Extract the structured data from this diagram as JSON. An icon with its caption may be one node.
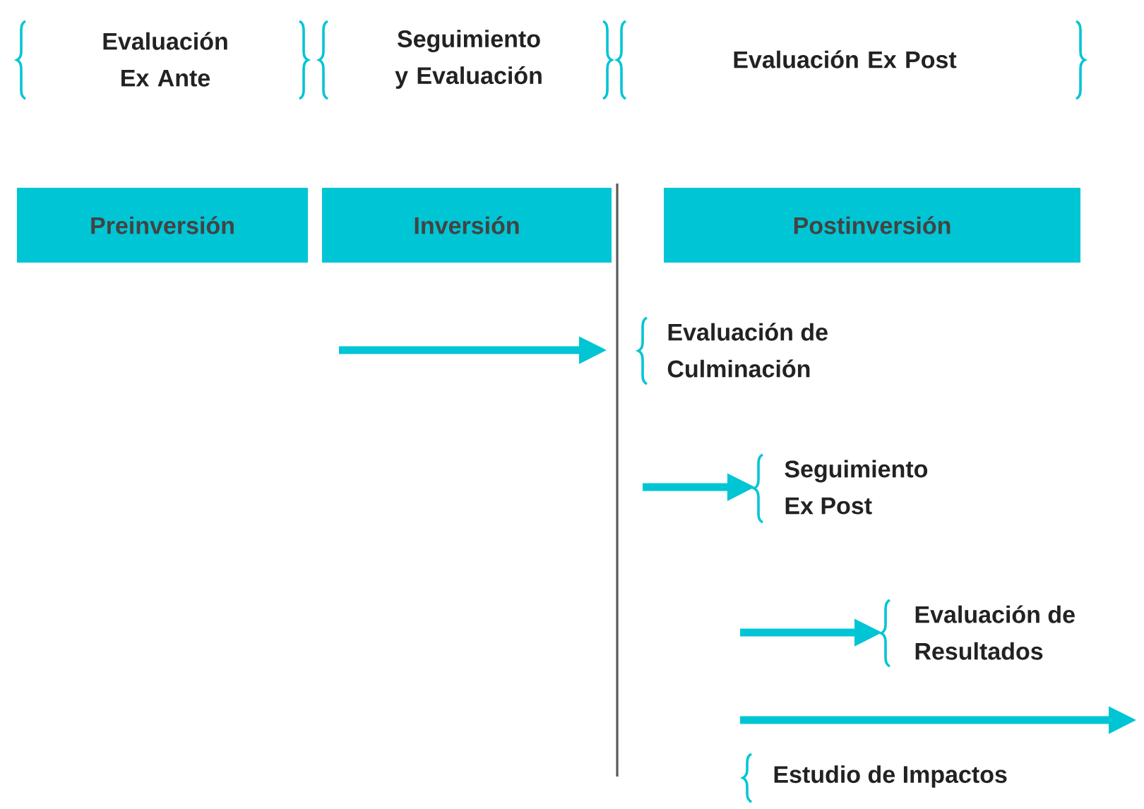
{
  "diagram": {
    "nodes": [
      {
        "text": [
          "Preinversión"
        ]
      },
      {
        "text": [
          "Inversión"
        ]
      },
      {
        "text": [
          "Postinversión"
        ]
      },
      {
        "text": [
          "Evaluación de Culminación"
        ]
      },
      {
        "text": [
          "Seguimiento Ex Post"
        ]
      },
      {
        "text": [
          "Evaluación de Resultados"
        ]
      },
      {
        "text": [
          "Estudio de Impactos"
        ]
      }
    ],
    "edges": [
      {
        "from": null,
        "to": 3,
        "arrow": "to"
      },
      {
        "from": null,
        "to": 4,
        "arrow": "to"
      },
      {
        "from": null,
        "to": 5,
        "arrow": "to"
      }
    ],
    "labels": [
      "Evaluación Ex Ante",
      "Seguimiento y Evaluación",
      "Evaluación Ex Post"
    ]
  }
}
